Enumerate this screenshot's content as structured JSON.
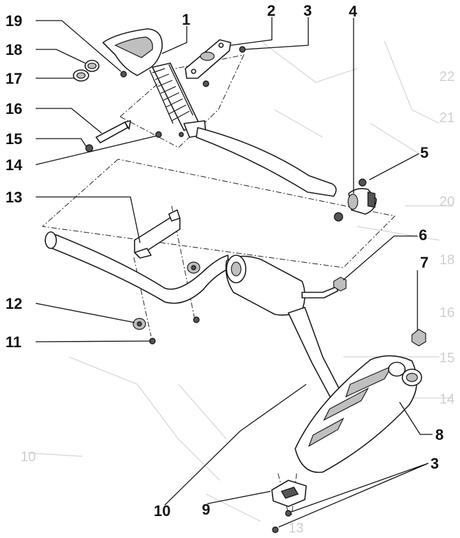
{
  "callouts": {
    "c1": "1",
    "c2": "2",
    "c3a": "3",
    "c3b": "3",
    "c4": "4",
    "c5": "5",
    "c6": "6",
    "c7": "7",
    "c8": "8",
    "c9": "9",
    "c10": "10",
    "c11": "11",
    "c12": "12",
    "c13": "13",
    "c14": "14",
    "c15": "15",
    "c16": "16",
    "c17": "17",
    "c18": "18",
    "c19": "19"
  },
  "colors": {
    "ink": "#111111",
    "ghost": "#cfcfcf"
  }
}
